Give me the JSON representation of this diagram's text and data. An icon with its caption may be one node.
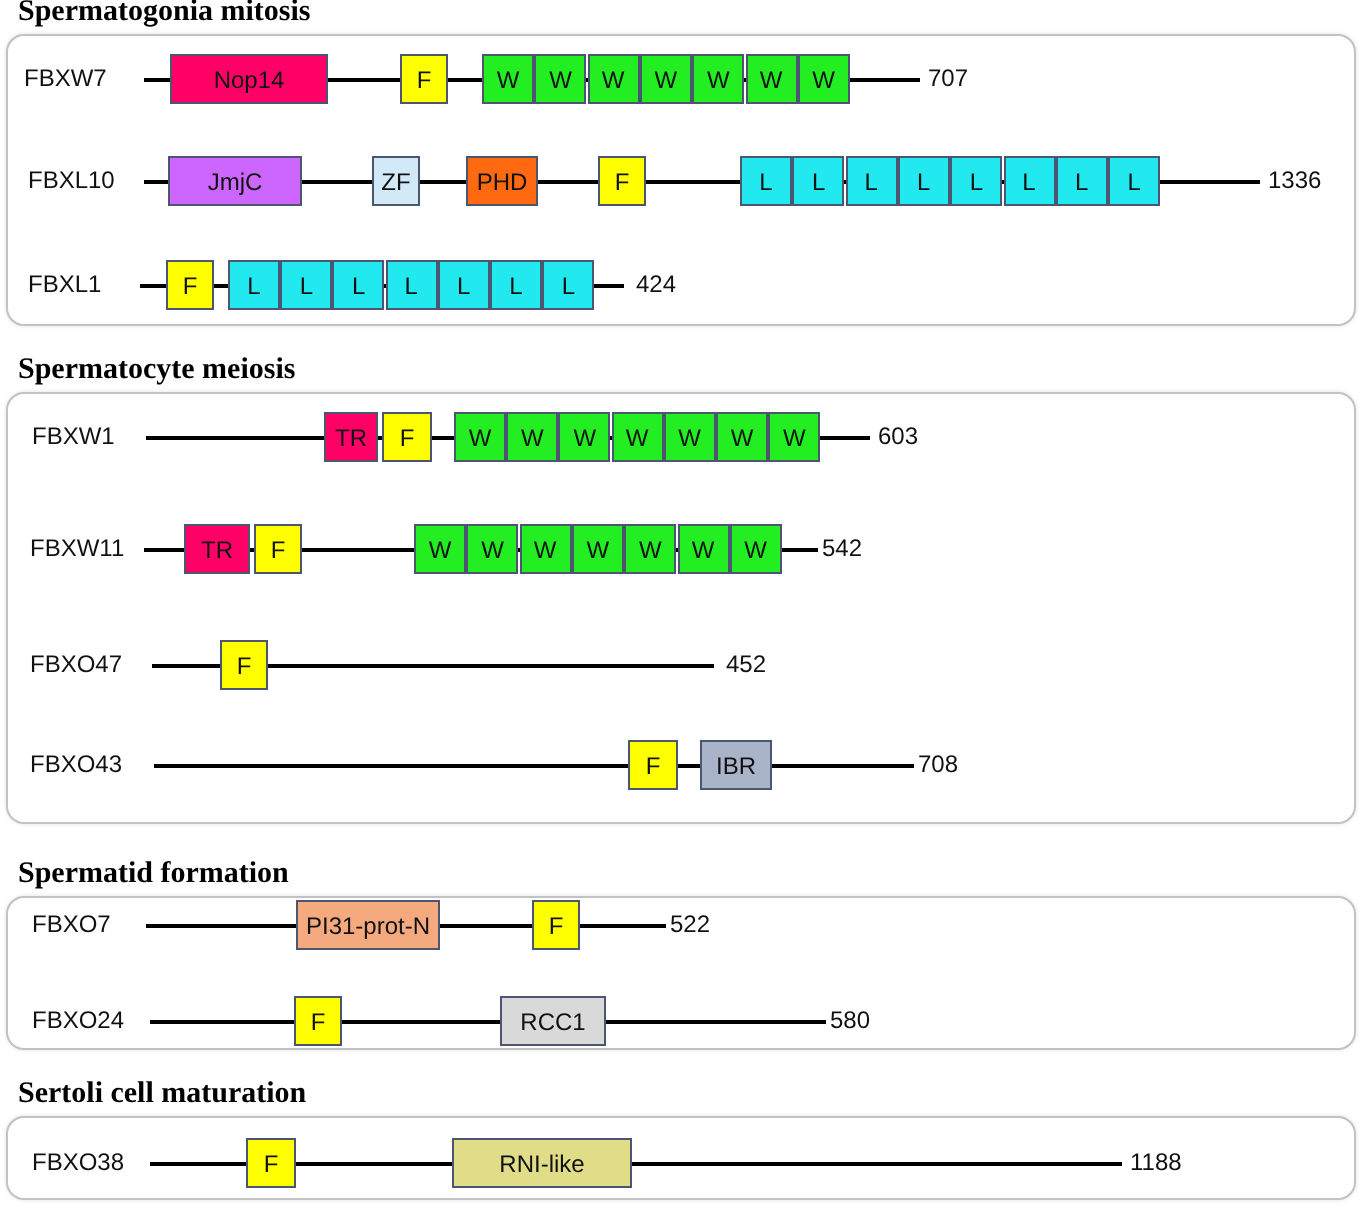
{
  "diagram": {
    "nodes": [
      {
        "text": [
          "Spermatogonia mitosis"
        ]
      },
      {
        "text": [
          "Nop14"
        ],
        "in": 0
      },
      {
        "text": [
          "F"
        ],
        "in": 0
      },
      {
        "text": [
          "W"
        ],
        "in": 0
      },
      {
        "text": [
          "W"
        ],
        "in": 0
      },
      {
        "text": [
          "W"
        ],
        "in": 0
      },
      {
        "text": [
          "W"
        ],
        "in": 0
      },
      {
        "text": [
          "W"
        ],
        "in": 0
      },
      {
        "text": [
          "W"
        ],
        "in": 0
      },
      {
        "text": [
          "W"
        ],
        "in": 0
      },
      {
        "text": [
          "JmjC"
        ],
        "in": 0
      },
      {
        "text": [
          "ZF"
        ],
        "in": 0
      },
      {
        "text": [
          "PHD"
        ],
        "in": 0
      },
      {
        "text": [
          "F"
        ],
        "in": 0
      },
      {
        "text": [
          "L"
        ],
        "in": 0
      },
      {
        "text": [
          "L"
        ],
        "in": 0
      },
      {
        "text": [
          "L"
        ],
        "in": 0
      },
      {
        "text": [
          "L"
        ],
        "in": 0
      },
      {
        "text": [
          "L"
        ],
        "in": 0
      },
      {
        "text": [
          "L"
        ],
        "in": 0
      },
      {
        "text": [
          "L"
        ],
        "in": 0
      },
      {
        "text": [
          "L"
        ],
        "in": 0
      },
      {
        "text": [
          "F"
        ],
        "in": 0
      },
      {
        "text": [
          "L"
        ],
        "in": 0
      },
      {
        "text": [
          "L"
        ],
        "in": 0
      },
      {
        "text": [
          "L"
        ],
        "in": 0
      },
      {
        "text": [
          "L"
        ],
        "in": 0
      },
      {
        "text": [
          "L"
        ],
        "in": 0
      },
      {
        "text": [
          "L"
        ],
        "in": 0
      },
      {
        "text": [
          "L"
        ],
        "in": 0
      },
      {
        "text": [
          "Spermatocyte meiosis"
        ]
      },
      {
        "text": [
          "TR"
        ],
        "in": 30
      },
      {
        "text": [
          "F"
        ],
        "in": 30
      },
      {
        "text": [
          "W"
        ],
        "in": 30
      },
      {
        "text": [
          "W"
        ],
        "in": 30
      },
      {
        "text": [
          "W"
        ],
        "in": 30
      },
      {
        "text": [
          "W"
        ],
        "in": 30
      },
      {
        "text": [
          "W"
        ],
        "in": 30
      },
      {
        "text": [
          "W"
        ],
        "in": 30
      },
      {
        "text": [
          "W"
        ],
        "in": 30
      },
      {
        "text": [
          "TR"
        ],
        "in": 30
      },
      {
        "text": [
          "F"
        ],
        "in": 30
      },
      {
        "text": [
          "W"
        ],
        "in": 30
      },
      {
        "text": [
          "W"
        ],
        "in": 30
      },
      {
        "text": [
          "W"
        ],
        "in": 30
      },
      {
        "text": [
          "W"
        ],
        "in": 30
      },
      {
        "text": [
          "W"
        ],
        "in": 30
      },
      {
        "text": [
          "W"
        ],
        "in": 30
      },
      {
        "text": [
          "W"
        ],
        "in": 30
      },
      {
        "text": [
          "F"
        ],
        "in": 30
      },
      {
        "text": [
          "F"
        ],
        "in": 30
      },
      {
        "text": [
          "IBR"
        ],
        "in": 30
      },
      {
        "text": [
          "Spermatid formation"
        ]
      },
      {
        "text": [
          "PI31-prot-N"
        ],
        "in": 52
      },
      {
        "text": [
          "F"
        ],
        "in": 52
      },
      {
        "text": [
          "F"
        ],
        "in": 52
      },
      {
        "text": [
          "RCC1"
        ],
        "in": 52
      },
      {
        "text": [
          "Sertoli cell maturation"
        ]
      },
      {
        "text": [
          "F"
        ],
        "in": 57
      },
      {
        "text": [
          "RNI-like"
        ],
        "in": 57
      }
    ],
    "labels": [
      "FBXW7",
      "707",
      "FBXL10",
      "1336",
      "FBXL1",
      "424",
      "FBXW1",
      "603",
      "FBXW11",
      "542",
      "FBXO47",
      "452",
      "FBXO43",
      "708",
      "FBXO7",
      "522",
      "FBXO24",
      "580",
      "FBXO38",
      "1188"
    ]
  }
}
